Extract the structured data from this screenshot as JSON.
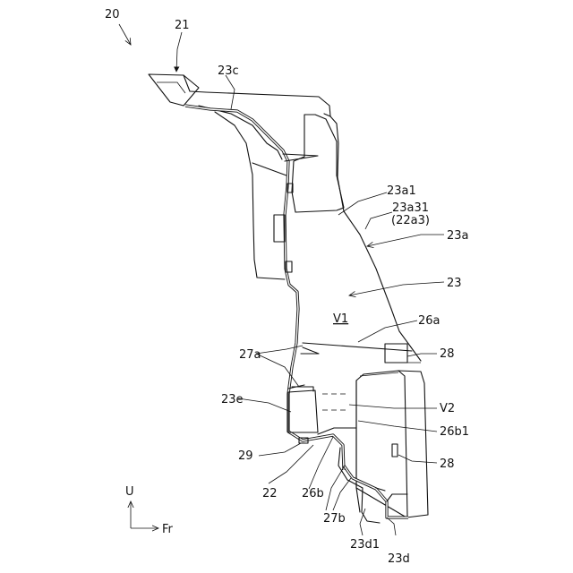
{
  "labels": {
    "fig_ref": "20",
    "ref_21": "21",
    "ref_23c": "23c",
    "ref_23a1": "23a1",
    "ref_23a31": "23a31",
    "ref_22a3": "(22a3)",
    "ref_23a": "23a",
    "ref_23": "23",
    "ref_V1": "V1",
    "ref_26a": "26a",
    "ref_27a": "27a",
    "ref_28_top": "28",
    "ref_23e": "23e",
    "ref_V2": "V2",
    "ref_26b1": "26b1",
    "ref_29": "29",
    "ref_28_bottom": "28",
    "ref_22": "22",
    "ref_26b": "26b",
    "ref_27b": "27b",
    "ref_23d1": "23d1",
    "ref_23d": "23d"
  },
  "axes": {
    "up": "U",
    "front": "Fr"
  }
}
